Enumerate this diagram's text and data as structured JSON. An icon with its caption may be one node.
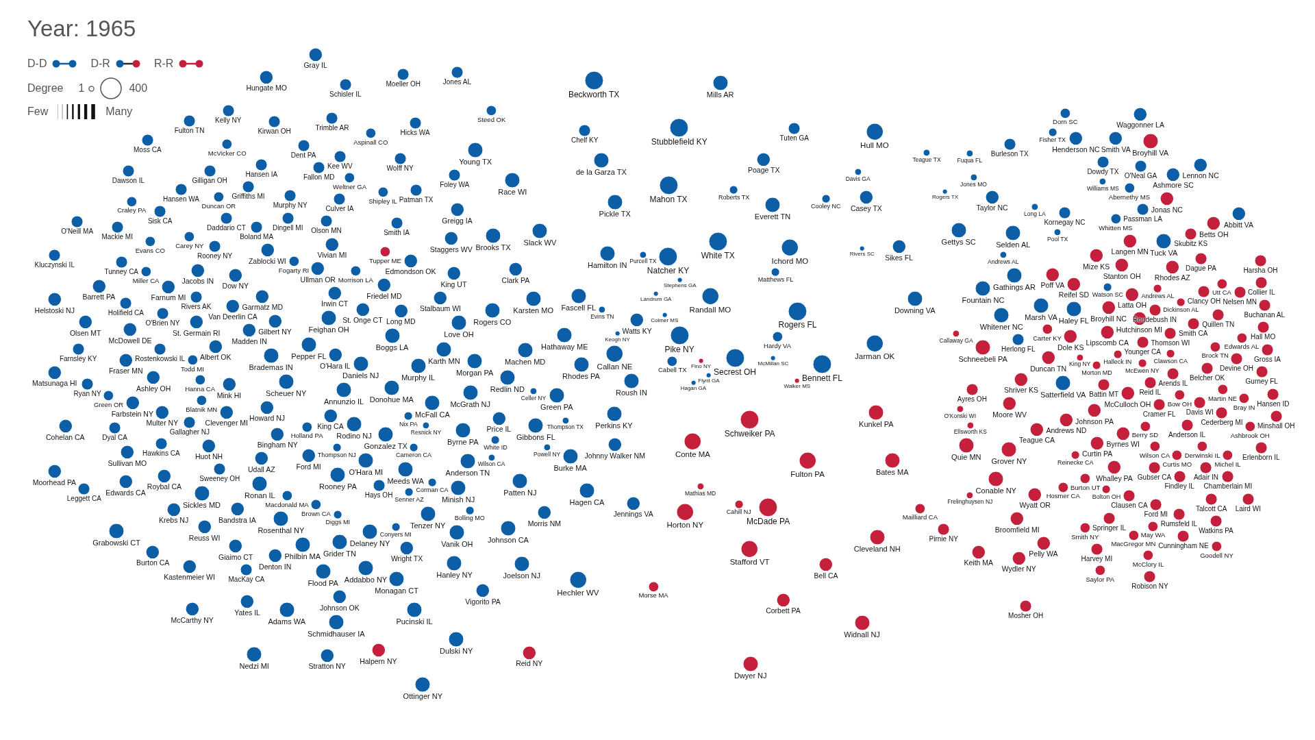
{
  "diagram": {
    "title": "Year: 1965",
    "nodes": [
      {
        "text": [
          "Gray IL"
        ]
      },
      {
        "text": [
          "Hungate MO"
        ]
      },
      {
        "text": [
          "Moeller OH"
        ]
      },
      {
        "text": [
          "Jones AL"
        ]
      },
      {
        "text": [
          "Schisler IL"
        ]
      },
      {
        "text": [
          "Kelly NY"
        ]
      },
      {
        "text": [
          "Fulton TN"
        ]
      },
      {
        "text": [
          "Kirwan OH"
        ]
      },
      {
        "text": [
          "Trimble AR"
        ]
      },
      {
        "text": [
          "Aspinall CO"
        ]
      },
      {
        "text": [
          "Hicks WA"
        ]
      },
      {
        "text": [
          "Moss CA"
        ]
      },
      {
        "text": [
          "McVicker CO"
        ]
      },
      {
        "text": [
          "Dent PA"
        ]
      },
      {
        "text": [
          "Kee WV"
        ]
      },
      {
        "text": [
          "Wolff NY"
        ]
      },
      {
        "text": [
          "Young TX"
        ]
      },
      {
        "text": [
          "Dawson IL"
        ]
      },
      {
        "text": [
          "Gilligan OH"
        ]
      },
      {
        "text": [
          "Hansen IA"
        ]
      },
      {
        "text": [
          "Fallon MD"
        ]
      },
      {
        "text": [
          "Foley WA"
        ]
      },
      {
        "text": [
          "Hansen WA"
        ]
      },
      {
        "text": [
          "Griffiths MI"
        ]
      },
      {
        "text": [
          "Duncan OR"
        ]
      },
      {
        "text": [
          "Weltner GA"
        ]
      },
      {
        "text": [
          "Shipley IL"
        ]
      },
      {
        "text": [
          "Patman TX"
        ]
      },
      {
        "text": [
          "Murphy NY"
        ]
      },
      {
        "text": [
          "Craley PA"
        ]
      },
      {
        "text": [
          "Sisk CA"
        ]
      },
      {
        "text": [
          "Greigg IA"
        ]
      },
      {
        "text": [
          "O'Neill MA"
        ]
      },
      {
        "text": [
          "Mackie MI"
        ]
      },
      {
        "text": [
          "Daddario CT"
        ]
      },
      {
        "text": [
          "Culver IA"
        ]
      },
      {
        "text": [
          "Smith IA"
        ]
      },
      {
        "text": [
          "Dingell MI"
        ]
      },
      {
        "text": [
          "Boland MA"
        ]
      },
      {
        "text": [
          "Olson MN"
        ]
      },
      {
        "text": [
          "Carey NY"
        ]
      },
      {
        "text": [
          "Evans CO"
        ]
      },
      {
        "text": [
          "Rooney NY"
        ]
      },
      {
        "text": [
          "Staggers WV"
        ]
      },
      {
        "text": [
          "Kluczynski IL"
        ]
      },
      {
        "text": [
          "Tupper ME"
        ]
      },
      {
        "text": [
          "Edmondson OK"
        ]
      },
      {
        "text": [
          "Vivian MI"
        ]
      },
      {
        "text": [
          "Morrison LA"
        ]
      },
      {
        "text": [
          "Tunney CA"
        ]
      },
      {
        "text": [
          "Miller CA"
        ]
      },
      {
        "text": [
          "Jacobs IN"
        ]
      },
      {
        "text": [
          "Zablocki WI"
        ]
      },
      {
        "text": [
          "Fogarty RI"
        ]
      },
      {
        "text": [
          "Dow NY"
        ]
      },
      {
        "text": [
          "King UT"
        ]
      },
      {
        "text": [
          "Barrett PA"
        ]
      },
      {
        "text": [
          "Farnum MI"
        ]
      },
      {
        "text": [
          "Ullman OR"
        ]
      },
      {
        "text": [
          "Friedel MD"
        ]
      },
      {
        "text": [
          "Helstoski NJ"
        ]
      },
      {
        "text": [
          "Holifield CA"
        ]
      },
      {
        "text": [
          "Rivers AK"
        ]
      },
      {
        "text": [
          "Garmatz MD"
        ]
      },
      {
        "text": [
          "Van Deerlin CA"
        ]
      },
      {
        "text": [
          "Irwin CT"
        ]
      },
      {
        "text": [
          "Stalbaum WI"
        ]
      },
      {
        "text": [
          "O'Brien NY"
        ]
      },
      {
        "text": [
          "Long MD"
        ]
      },
      {
        "text": [
          "St. Onge CT"
        ]
      },
      {
        "text": [
          "Olsen MT"
        ]
      },
      {
        "text": [
          "McDowell DE"
        ]
      },
      {
        "text": [
          "St. Germain RI"
        ]
      },
      {
        "text": [
          "Gilbert NY"
        ]
      },
      {
        "text": [
          "Feighan OH"
        ]
      },
      {
        "text": [
          "Boggs LA"
        ]
      },
      {
        "text": [
          "Love OH"
        ]
      },
      {
        "text": [
          "Albert OK"
        ]
      },
      {
        "text": [
          "Madden IN"
        ]
      },
      {
        "text": [
          "Karth MN"
        ]
      },
      {
        "text": [
          "Farnsley KY"
        ]
      },
      {
        "text": [
          "Rostenkowski IL"
        ]
      },
      {
        "text": [
          "Todd MI"
        ]
      },
      {
        "text": [
          "Pepper FL"
        ]
      },
      {
        "text": [
          "O'Hara IL"
        ]
      },
      {
        "text": [
          "Daniels NJ"
        ]
      },
      {
        "text": [
          "Brademas IN"
        ]
      },
      {
        "text": [
          "Murphy IL"
        ]
      },
      {
        "text": [
          "Fraser MN"
        ]
      },
      {
        "text": [
          "Matsunaga HI"
        ]
      },
      {
        "text": [
          "Ashley OH"
        ]
      },
      {
        "text": [
          "Hanna CA"
        ]
      },
      {
        "text": [
          "Mink HI"
        ]
      },
      {
        "text": [
          "Ryan NY"
        ]
      },
      {
        "text": [
          "Green OR"
        ]
      },
      {
        "text": [
          "Farbstein NY"
        ]
      },
      {
        "text": [
          "Blatnik MN"
        ]
      },
      {
        "text": [
          "Scheuer NY"
        ]
      },
      {
        "text": [
          "Annunzio IL"
        ]
      },
      {
        "text": [
          "Donohue MA"
        ]
      },
      {
        "text": [
          "McGrath NJ"
        ]
      },
      {
        "text": [
          "Howard NJ"
        ]
      },
      {
        "text": [
          "McFall CA"
        ]
      },
      {
        "text": [
          "King CA"
        ]
      },
      {
        "text": [
          "Cohelan CA"
        ]
      },
      {
        "text": [
          "Dyal CA"
        ]
      },
      {
        "text": [
          "Multer NY"
        ]
      },
      {
        "text": [
          "Gallagher NJ"
        ]
      },
      {
        "text": [
          "Clevenger MI"
        ]
      },
      {
        "text": [
          "Bingham NY"
        ]
      },
      {
        "text": [
          "Holland PA"
        ]
      },
      {
        "text": [
          "Rodino NJ"
        ]
      },
      {
        "text": [
          "Gonzalez TX"
        ]
      },
      {
        "text": [
          "Nix PA"
        ]
      },
      {
        "text": [
          "Resnick NY"
        ]
      },
      {
        "text": [
          "Byrne PA"
        ]
      },
      {
        "text": [
          "Thompson NJ"
        ]
      },
      {
        "text": [
          "Cameron CA"
        ]
      },
      {
        "text": [
          "Sullivan MO"
        ]
      },
      {
        "text": [
          "Hawkins CA"
        ]
      },
      {
        "text": [
          "Huot NH"
        ]
      },
      {
        "text": [
          "Udall AZ"
        ]
      },
      {
        "text": [
          "Ford MI"
        ]
      },
      {
        "text": [
          "O'Hara MI"
        ]
      },
      {
        "text": [
          "Meeds WA"
        ]
      },
      {
        "text": [
          "Corman CA"
        ]
      },
      {
        "text": [
          "Anderson TN"
        ]
      },
      {
        "text": [
          "Moorhead PA"
        ]
      },
      {
        "text": [
          "Leggett CA"
        ]
      },
      {
        "text": [
          "Edwards CA"
        ]
      },
      {
        "text": [
          "Roybal CA"
        ]
      },
      {
        "text": [
          "Sweeney OH"
        ]
      },
      {
        "text": [
          "Sickles MD"
        ]
      },
      {
        "text": [
          "Ronan IL"
        ]
      },
      {
        "text": [
          "Macdonald MA"
        ]
      },
      {
        "text": [
          "Rooney PA"
        ]
      },
      {
        "text": [
          "Hays OH"
        ]
      },
      {
        "text": [
          "Senner AZ"
        ]
      },
      {
        "text": [
          "Minish NJ"
        ]
      },
      {
        "text": [
          "Brown CA"
        ]
      },
      {
        "text": [
          "Diggs MI"
        ]
      },
      {
        "text": [
          "Krebs NJ"
        ]
      },
      {
        "text": [
          "Bandstra IA"
        ]
      },
      {
        "text": [
          "Rosenthal NY"
        ]
      },
      {
        "text": [
          "Tenzer NY"
        ]
      },
      {
        "text": [
          "Bolling MO"
        ]
      },
      {
        "text": [
          "Reuss WI"
        ]
      },
      {
        "text": [
          "Delaney NY"
        ]
      },
      {
        "text": [
          "Conyers MI"
        ]
      },
      {
        "text": [
          "Philbin MA"
        ]
      },
      {
        "text": [
          "Grider TN"
        ]
      },
      {
        "text": [
          "Vanik OH"
        ]
      },
      {
        "text": [
          "Grabowski CT"
        ]
      },
      {
        "text": [
          "Burton CA"
        ]
      },
      {
        "text": [
          "Giaimo CT"
        ]
      },
      {
        "text": [
          "Denton IN"
        ]
      },
      {
        "text": [
          "Wright TX"
        ]
      },
      {
        "text": [
          "Kastenmeier WI"
        ]
      },
      {
        "text": [
          "MacKay CA"
        ]
      },
      {
        "text": [
          "Flood PA"
        ]
      },
      {
        "text": [
          "Addabbo NY"
        ]
      },
      {
        "text": [
          "Hanley NY"
        ]
      },
      {
        "text": [
          "Monagan CT"
        ]
      },
      {
        "text": [
          "Johnson OK"
        ]
      },
      {
        "text": [
          "Yates IL"
        ]
      },
      {
        "text": [
          "McCarthy NY"
        ]
      },
      {
        "text": [
          "Adams WA"
        ]
      },
      {
        "text": [
          "Schmidhauser IA"
        ]
      },
      {
        "text": [
          "Pucinski IL"
        ]
      },
      {
        "text": [
          "Dulski NY"
        ]
      },
      {
        "text": [
          "Nedzi MI"
        ]
      },
      {
        "text": [
          "Stratton NY"
        ]
      },
      {
        "text": [
          "Halpern NY"
        ]
      },
      {
        "text": [
          "Ottinger NY"
        ]
      },
      {
        "text": [
          "Steed OK"
        ]
      },
      {
        "text": [
          "Beckworth TX"
        ]
      },
      {
        "text": [
          "Mills AR"
        ]
      },
      {
        "text": [
          "Chelf KY"
        ]
      },
      {
        "text": [
          "Stubblefield KY"
        ]
      },
      {
        "text": [
          "Tuten GA"
        ]
      },
      {
        "text": [
          "Hull MO"
        ]
      },
      {
        "text": [
          "Teague TX"
        ]
      },
      {
        "text": [
          "de la Garza TX"
        ]
      },
      {
        "text": [
          "Poage TX"
        ]
      },
      {
        "text": [
          "Davis GA"
        ]
      },
      {
        "text": [
          "Race WI"
        ]
      },
      {
        "text": [
          "Mahon TX"
        ]
      },
      {
        "text": [
          "Roberts TX"
        ]
      },
      {
        "text": [
          "Cooley NC"
        ]
      },
      {
        "text": [
          "Casey TX"
        ]
      },
      {
        "text": [
          "Everett TN"
        ]
      },
      {
        "text": [
          "Pickle TX"
        ]
      },
      {
        "text": [
          "Brooks TX"
        ]
      },
      {
        "text": [
          "Slack WV"
        ]
      },
      {
        "text": [
          "Hamilton IN"
        ]
      },
      {
        "text": [
          "Purcell TX"
        ]
      },
      {
        "text": [
          "Natcher KY"
        ]
      },
      {
        "text": [
          "Stephens GA"
        ]
      },
      {
        "text": [
          "White TX"
        ]
      },
      {
        "text": [
          "Ichord MO"
        ]
      },
      {
        "text": [
          "Matthews FL"
        ]
      },
      {
        "text": [
          "Rivers SC"
        ]
      },
      {
        "text": [
          "Sikes FL"
        ]
      },
      {
        "text": [
          "Clark PA"
        ]
      },
      {
        "text": [
          "Landrum GA"
        ]
      },
      {
        "text": [
          "Karsten MO"
        ]
      },
      {
        "text": [
          "Fascell FL"
        ]
      },
      {
        "text": [
          "Evins TN"
        ]
      },
      {
        "text": [
          "Randall MO"
        ]
      },
      {
        "text": [
          "Downing VA"
        ]
      },
      {
        "text": [
          "Rogers CO"
        ]
      },
      {
        "text": [
          "Watts KY"
        ]
      },
      {
        "text": [
          "Colmer MS"
        ]
      },
      {
        "text": [
          "Pike NY"
        ]
      },
      {
        "text": [
          "Rogers FL"
        ]
      },
      {
        "text": [
          "Hathaway ME"
        ]
      },
      {
        "text": [
          "Keogh NY"
        ]
      },
      {
        "text": [
          "Hardy VA"
        ]
      },
      {
        "text": [
          "Machen MD"
        ]
      },
      {
        "text": [
          "Callan NE"
        ]
      },
      {
        "text": [
          "Jarman OK"
        ]
      },
      {
        "text": [
          "Cabell TX"
        ]
      },
      {
        "text": [
          "McMillan SC"
        ]
      },
      {
        "text": [
          "Secrest OH"
        ]
      },
      {
        "text": [
          "Bennett FL"
        ]
      },
      {
        "text": [
          "Rhodes PA"
        ]
      },
      {
        "text": [
          "Morgan PA"
        ]
      },
      {
        "text": [
          "Fino NY"
        ]
      },
      {
        "text": [
          "Hagan GA"
        ]
      },
      {
        "text": [
          "Flynt GA"
        ]
      },
      {
        "text": [
          "Walker MS"
        ]
      },
      {
        "text": [
          "Redlin ND"
        ]
      },
      {
        "text": [
          "Celler NY"
        ]
      },
      {
        "text": [
          "Green PA"
        ]
      },
      {
        "text": [
          "Roush IN"
        ]
      },
      {
        "text": [
          "Perkins KY"
        ]
      },
      {
        "text": [
          "Price IL"
        ]
      },
      {
        "text": [
          "Gibbons FL"
        ]
      },
      {
        "text": [
          "Thompson TX"
        ]
      },
      {
        "text": [
          "White ID"
        ]
      },
      {
        "text": [
          "Powell NY"
        ]
      },
      {
        "text": [
          "Wilson CA"
        ]
      },
      {
        "text": [
          "Burke MA"
        ]
      },
      {
        "text": [
          "Johnny Walker NM"
        ]
      },
      {
        "text": [
          "Patten NJ"
        ]
      },
      {
        "text": [
          "Hagen CA"
        ]
      },
      {
        "text": [
          "Jennings VA"
        ]
      },
      {
        "text": [
          "Morris NM"
        ]
      },
      {
        "text": [
          "Johnson CA"
        ]
      },
      {
        "text": [
          "Joelson NJ"
        ]
      },
      {
        "text": [
          "Hechler WV"
        ]
      },
      {
        "text": [
          "Vigorito PA"
        ]
      },
      {
        "text": [
          "Reid NY"
        ]
      },
      {
        "text": [
          "Conte MA"
        ]
      },
      {
        "text": [
          "Schweiker PA"
        ]
      },
      {
        "text": [
          "Kunkel PA"
        ]
      },
      {
        "text": [
          "Fulton PA"
        ]
      },
      {
        "text": [
          "Bates MA"
        ]
      },
      {
        "text": [
          "Mathias MD"
        ]
      },
      {
        "text": [
          "Horton NY"
        ]
      },
      {
        "text": [
          "Cahill NJ"
        ]
      },
      {
        "text": [
          "McDade PA"
        ]
      },
      {
        "text": [
          "Mailliard CA"
        ]
      },
      {
        "text": [
          "Cleveland NH"
        ]
      },
      {
        "text": [
          "Stafford VT"
        ]
      },
      {
        "text": [
          "Bell CA"
        ]
      },
      {
        "text": [
          "Morse MA"
        ]
      },
      {
        "text": [
          "Corbett PA"
        ]
      },
      {
        "text": [
          "Widnall NJ"
        ]
      },
      {
        "text": [
          "Dwyer NJ"
        ]
      },
      {
        "text": [
          "Pirnie NY"
        ]
      },
      {
        "text": [
          "Fuqua FL"
        ]
      },
      {
        "text": [
          "Burleson TX"
        ]
      },
      {
        "text": [
          "Waggonner LA"
        ]
      },
      {
        "text": [
          "Dorn SC"
        ]
      },
      {
        "text": [
          "Jones MO"
        ]
      },
      {
        "text": [
          "Rogers TX"
        ]
      },
      {
        "text": [
          "Taylor NC"
        ]
      },
      {
        "text": [
          "Fisher TX"
        ]
      },
      {
        "text": [
          "Henderson NC"
        ]
      },
      {
        "text": [
          "Smith VA"
        ]
      },
      {
        "text": [
          "Broyhill VA"
        ]
      },
      {
        "text": [
          "Long LA"
        ]
      },
      {
        "text": [
          "Kornegay NC"
        ]
      },
      {
        "text": [
          "Dowdy TX"
        ]
      },
      {
        "text": [
          "O'Neal GA"
        ]
      },
      {
        "text": [
          "Pool TX"
        ]
      },
      {
        "text": [
          "Passman LA"
        ]
      },
      {
        "text": [
          "Whitten MS"
        ]
      },
      {
        "text": [
          "Williams MS"
        ]
      },
      {
        "text": [
          "Ashmore SC"
        ]
      },
      {
        "text": [
          "Lennon NC"
        ]
      },
      {
        "text": [
          "Abbitt VA"
        ]
      },
      {
        "text": [
          "Abernethy MS"
        ]
      },
      {
        "text": [
          "Gettys SC"
        ]
      },
      {
        "text": [
          "Selden AL"
        ]
      },
      {
        "text": [
          "Andrews AL"
        ]
      },
      {
        "text": [
          "Gathings AR"
        ]
      },
      {
        "text": [
          "Fountain NC"
        ]
      },
      {
        "text": [
          "Whitener NC"
        ]
      },
      {
        "text": [
          "Herlong FL"
        ]
      },
      {
        "text": [
          "Callaway GA"
        ]
      },
      {
        "text": [
          "Schneebeli PA"
        ]
      },
      {
        "text": [
          "Marsh VA"
        ]
      },
      {
        "text": [
          "Haley FL"
        ]
      },
      {
        "text": [
          "Tuck VA"
        ]
      },
      {
        "text": [
          "Watson SC"
        ]
      },
      {
        "text": [
          "Mize KS"
        ]
      },
      {
        "text": [
          "Jonas NC"
        ]
      },
      {
        "text": [
          "Betts OH"
        ]
      },
      {
        "text": [
          "Skubitz KS"
        ]
      },
      {
        "text": [
          "Harsha OH"
        ]
      },
      {
        "text": [
          "Langen MN"
        ]
      },
      {
        "text": [
          "Poff VA"
        ]
      },
      {
        "text": [
          "Reifel SD"
        ]
      },
      {
        "text": [
          "Stanton OH"
        ]
      },
      {
        "text": [
          "Dague PA"
        ]
      },
      {
        "text": [
          "Nelsen MN"
        ]
      },
      {
        "text": [
          "Collier IL"
        ]
      },
      {
        "text": [
          "Latta OH"
        ]
      },
      {
        "text": [
          "Andrews AL"
        ]
      },
      {
        "text": [
          "Rhodes AZ"
        ]
      },
      {
        "text": [
          "Utt CA"
        ]
      },
      {
        "text": [
          "Broyhill NC"
        ]
      },
      {
        "text": [
          "Dickinson AL"
        ]
      },
      {
        "text": [
          "Clancy OH"
        ]
      },
      {
        "text": [
          "Buchanan AL"
        ]
      },
      {
        "text": [
          "Hutchinson MI"
        ]
      },
      {
        "text": [
          "Quillen TN"
        ]
      },
      {
        "text": [
          "Thomson WI"
        ]
      },
      {
        "text": [
          "Carter KY"
        ]
      },
      {
        "text": [
          "Dole KS"
        ]
      },
      {
        "text": [
          "Lipscomb CA"
        ]
      },
      {
        "text": [
          "Younger CA"
        ]
      },
      {
        "text": [
          "Brock TN"
        ]
      },
      {
        "text": [
          "Edwards AL"
        ]
      },
      {
        "text": [
          "Hall MO"
        ]
      },
      {
        "text": [
          "Smith CA"
        ]
      },
      {
        "text": [
          "Clawson CA"
        ]
      },
      {
        "text": [
          "McEwen NY"
        ]
      },
      {
        "text": [
          "Halleck IN"
        ]
      },
      {
        "text": [
          "King NY"
        ]
      },
      {
        "text": [
          "Morton MD"
        ]
      },
      {
        "text": [
          "Roudebush IN"
        ]
      },
      {
        "text": [
          "Belcher OK"
        ]
      },
      {
        "text": [
          "Devine OH"
        ]
      },
      {
        "text": [
          "Gross IA"
        ]
      },
      {
        "text": [
          "Duncan TN"
        ]
      },
      {
        "text": [
          "Arends IL"
        ]
      },
      {
        "text": [
          "Gurney FL"
        ]
      },
      {
        "text": [
          "Shriver KS"
        ]
      },
      {
        "text": [
          "Satterfield VA"
        ]
      },
      {
        "text": [
          "Battin MT"
        ]
      },
      {
        "text": [
          "McCulloch OH"
        ]
      },
      {
        "text": [
          "Reid IL"
        ]
      },
      {
        "text": [
          "Davis WI"
        ]
      },
      {
        "text": [
          "Martin NE"
        ]
      },
      {
        "text": [
          "Bow OH"
        ]
      },
      {
        "text": [
          "Hansen ID"
        ]
      },
      {
        "text": [
          "Ayres OH"
        ]
      },
      {
        "text": [
          "Moore WV"
        ]
      },
      {
        "text": [
          "Johnson PA"
        ]
      },
      {
        "text": [
          "Andrews ND"
        ]
      },
      {
        "text": [
          "Byrnes WI"
        ]
      },
      {
        "text": [
          "Berry SD"
        ]
      },
      {
        "text": [
          "Cramer FL"
        ]
      },
      {
        "text": [
          "Derwinski IL"
        ]
      },
      {
        "text": [
          "Cederberg MI"
        ]
      },
      {
        "text": [
          "Bray IN"
        ]
      },
      {
        "text": [
          "Minshall OH"
        ]
      },
      {
        "text": [
          "Curtin PA"
        ]
      },
      {
        "text": [
          "Reinecke CA"
        ]
      },
      {
        "text": [
          "Wilson CA"
        ]
      },
      {
        "text": [
          "Anderson IL"
        ]
      },
      {
        "text": [
          "Ashbrook OH"
        ]
      },
      {
        "text": [
          "Ellsworth KS"
        ]
      },
      {
        "text": [
          "O'Konski WI"
        ]
      },
      {
        "text": [
          "Teague CA"
        ]
      },
      {
        "text": [
          "Quie MN"
        ]
      },
      {
        "text": [
          "Grover NY"
        ]
      },
      {
        "text": [
          "Whalley PA"
        ]
      },
      {
        "text": [
          "Curtis MO"
        ]
      },
      {
        "text": [
          "Adair IN"
        ]
      },
      {
        "text": [
          "Michel IL"
        ]
      },
      {
        "text": [
          "Erlenborn IL"
        ]
      },
      {
        "text": [
          "Burton UT"
        ]
      },
      {
        "text": [
          "Gubser CA"
        ]
      },
      {
        "text": [
          "Hosmer CA"
        ]
      },
      {
        "text": [
          "Bolton OH"
        ]
      },
      {
        "text": [
          "Clausen CA"
        ]
      },
      {
        "text": [
          "Findley IL"
        ]
      },
      {
        "text": [
          "Talcott CA"
        ]
      },
      {
        "text": [
          "Chamberlain MI"
        ]
      },
      {
        "text": [
          "Laird WI"
        ]
      },
      {
        "text": [
          "Ford MI"
        ]
      },
      {
        "text": [
          "Rumsfeld IL"
        ]
      },
      {
        "text": [
          "Watkins PA"
        ]
      },
      {
        "text": [
          "Springer IL"
        ]
      },
      {
        "text": [
          "Conable NY"
        ]
      },
      {
        "text": [
          "Wyatt OR"
        ]
      },
      {
        "text": [
          "Frelinghuysen NJ"
        ]
      },
      {
        "text": [
          "MacGregor MN"
        ]
      },
      {
        "text": [
          "Smith NY"
        ]
      },
      {
        "text": [
          "May WA"
        ]
      },
      {
        "text": [
          "Broomfield MI"
        ]
      },
      {
        "text": [
          "Harvey MI"
        ]
      },
      {
        "text": [
          "Cunningham NE"
        ]
      },
      {
        "text": [
          "Goodell NY"
        ]
      },
      {
        "text": [
          "McClory IL"
        ]
      },
      {
        "text": [
          "Pelly WA"
        ]
      },
      {
        "text": [
          "Saylor PA"
        ]
      },
      {
        "text": [
          "Keith MA"
        ]
      },
      {
        "text": [
          "Wydler NY"
        ]
      },
      {
        "text": [
          "Robison NY"
        ]
      },
      {
        "text": [
          "Mosher OH"
        ]
      }
    ],
    "labels": [
      "Degree",
      "1",
      "400",
      "Few",
      "Many"
    ],
    "legend": [
      {
        "text": "D-D"
      },
      {
        "text": "D-R"
      },
      {
        "text": "R-R"
      }
    ]
  }
}
